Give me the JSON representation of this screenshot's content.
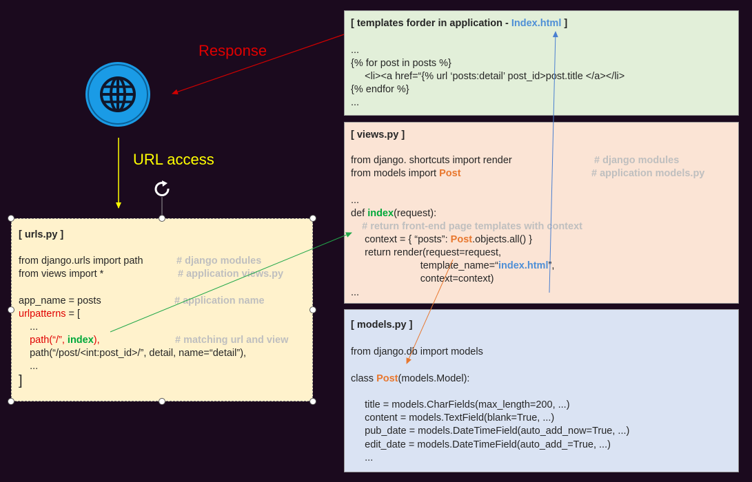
{
  "labels": {
    "response": "Response",
    "url_access": "URL access"
  },
  "colors": {
    "background": "#1b0a1e",
    "response_arrow": "#d00000",
    "url_arrow": "#ffff00",
    "green_arrow": "#22a84a",
    "blue_arrow": "#4a7fd0",
    "orange_arrow": "#e8772e",
    "globe": "#1a9be6"
  },
  "icons": {
    "globe": "globe-icon",
    "rotate": "rotate-handle-icon"
  },
  "templates_box": {
    "title_prefix": "[ templates forder in application - ",
    "title_file": "Index.html",
    "title_suffix": " ]",
    "lines": [
      "...",
      "{% for post in posts %}",
      "     <li><a href=“{% url ‘posts:detail’ post_id>post.title </a></li>",
      "{% endfor %}",
      "..."
    ]
  },
  "views_box": {
    "title": "[ views.py ]",
    "l1_code": "from django. shortcuts import render",
    "l1_comment": "# django modules",
    "l2_code": "from models import ",
    "l2_post": "Post",
    "l2_comment": "# application models.py",
    "l3": "...",
    "l4_def": "def ",
    "l4_index": "index",
    "l4_rest": "(request):",
    "l5_comment": "    # return front-end page templates with context",
    "l6_a": "     context = { “posts”: ",
    "l6_post": "Post",
    "l6_b": ".objects.all() }",
    "l7": "     return render(request=request,",
    "l8_a": "                         template_name=“",
    "l8_file": "index.html",
    "l8_b": "”,",
    "l9": "                         context=context)",
    "l10": "..."
  },
  "models_box": {
    "title": "[ models.py ]",
    "l1": "from django.db import models",
    "l2_a": "class ",
    "l2_post": "Post",
    "l2_b": "(models.Model):",
    "fields": [
      "     title = models.CharFields(max_length=200, ...)",
      "     content = models.TextField(blank=True, ...)",
      "     pub_date = models.DateTimeField(auto_add_now=True, ...)",
      "     edit_date = models.DateTimeField(auto_add_=True, ...)",
      "     ..."
    ]
  },
  "urls_box": {
    "title": "[ urls.py ]",
    "l1_code": "from django.urls import path",
    "l1_comment": "# django modules",
    "l2_code": "from views import *",
    "l2_comment": "# application views.py",
    "l3_code": "app_name = posts",
    "l3_comment": "# application name",
    "l4_kw": "urlpatterns",
    "l4_rest": " = [",
    "l5": "    ...",
    "l6_path": "    path(“/”, ",
    "l6_index": "index",
    "l6_end": "),",
    "l6_comment": "# matching url and view",
    "l7": "    path(“/post/<int:post_id>/”, detail, name=“detail”),",
    "l8": "    ...",
    "l9": "]"
  }
}
